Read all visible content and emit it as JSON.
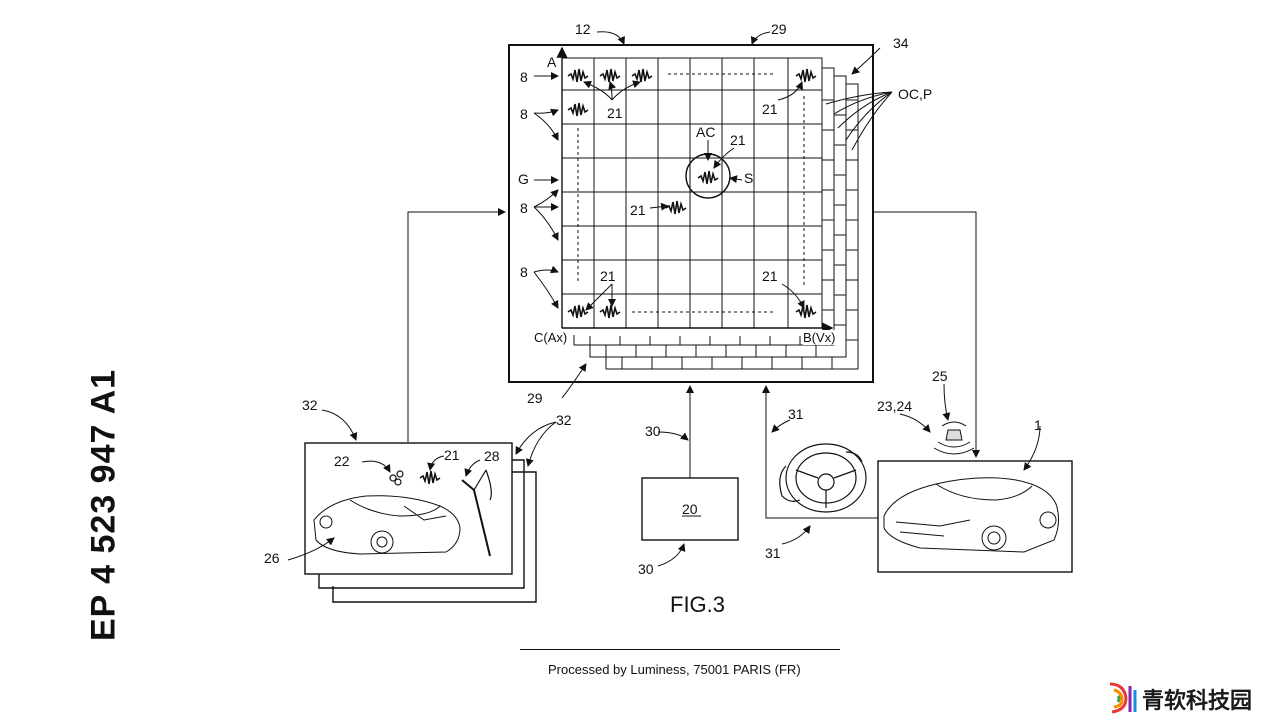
{
  "patent_number": "EP 4 523 947 A1",
  "figure_caption": "FIG.3",
  "footer_text": "Processed by Luminess, 75001 PARIS (FR)",
  "watermark_text": "青软科技园",
  "labels": {
    "l12": "12",
    "l29_top": "29",
    "l34": "34",
    "l_A": "A",
    "l_OCP": "OC,P",
    "l8_1": "8",
    "l8_2": "8",
    "l8_3": "8",
    "l8_4": "8",
    "l_G": "G",
    "l21_a": "21",
    "l21_b": "21",
    "l21_c": "21",
    "l21_d": "21",
    "l21_e": "21",
    "l21_f": "21",
    "l_AC": "AC",
    "l_S": "S",
    "l_CAx": "C(Ax)",
    "l_BVx": "B(Vx)",
    "l29_bottom": "29",
    "l32_left": "32",
    "l32_right": "32",
    "l22": "22",
    "l21_card": "21",
    "l28": "28",
    "l26": "26",
    "l30_top": "30",
    "l30_bottom": "30",
    "l20": "20",
    "l31_top": "31",
    "l31_bottom": "31",
    "l2324": "23,24",
    "l25": "25",
    "l1": "1"
  }
}
